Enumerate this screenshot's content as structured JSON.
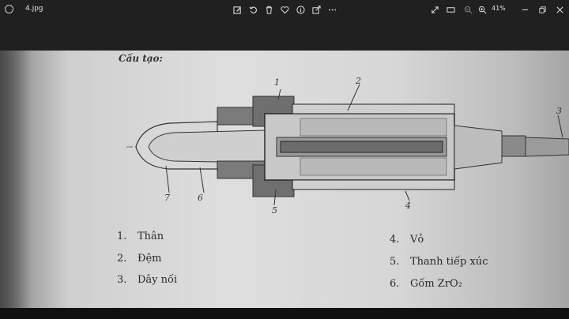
{
  "titlebar": {
    "filename": "4.jpg",
    "zoom": "41%",
    "tool_icons": [
      "edit-image-icon",
      "rotate-icon",
      "delete-icon",
      "favorite-icon",
      "info-icon",
      "share-icon",
      "more-icon"
    ],
    "view_icons": [
      "expand-icon",
      "fit-icon",
      "zoom-out-icon",
      "zoom-in-icon"
    ],
    "window_icons": [
      "minimize-icon",
      "restore-icon",
      "close-icon"
    ]
  },
  "photo": {
    "heading": "Cấu tạo:",
    "part_numbers": [
      "1",
      "2",
      "3",
      "4",
      "5",
      "6",
      "7"
    ],
    "legend": [
      {
        "num": "1.",
        "label": "Thân"
      },
      {
        "num": "2.",
        "label": "Đệm"
      },
      {
        "num": "3.",
        "label": "Dây nối"
      },
      {
        "num": "4.",
        "label": "Vỏ"
      },
      {
        "num": "5.",
        "label": "Thanh tiếp xúc"
      },
      {
        "num": "6.",
        "label": "Gốm ZrO₂"
      }
    ]
  }
}
